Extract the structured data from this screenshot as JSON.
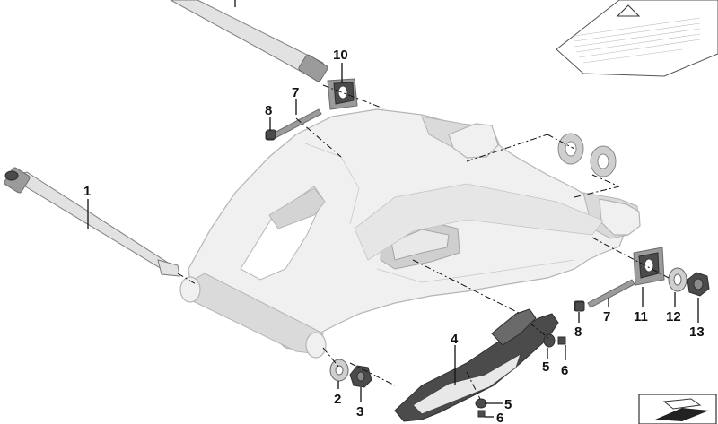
{
  "diagram": {
    "callouts": [
      {
        "id": "c1",
        "text": "1"
      },
      {
        "id": "c2",
        "text": "2"
      },
      {
        "id": "c3",
        "text": "3"
      },
      {
        "id": "c4",
        "text": "4"
      },
      {
        "id": "c5a",
        "text": "5"
      },
      {
        "id": "c5b",
        "text": "5"
      },
      {
        "id": "c6a",
        "text": "6"
      },
      {
        "id": "c6b",
        "text": "6"
      },
      {
        "id": "c7a",
        "text": "7"
      },
      {
        "id": "c7b",
        "text": "7"
      },
      {
        "id": "c8a",
        "text": "8"
      },
      {
        "id": "c8b",
        "text": "8"
      },
      {
        "id": "c10",
        "text": "10"
      },
      {
        "id": "c11",
        "text": "11"
      },
      {
        "id": "c12",
        "text": "12"
      },
      {
        "id": "c13",
        "text": "13"
      }
    ],
    "colors": {
      "frame": "#f0f0f0",
      "frame_outline": "#b5b5b5",
      "dark_parts": "#4b4b4b",
      "callout_text": "#111111"
    }
  }
}
